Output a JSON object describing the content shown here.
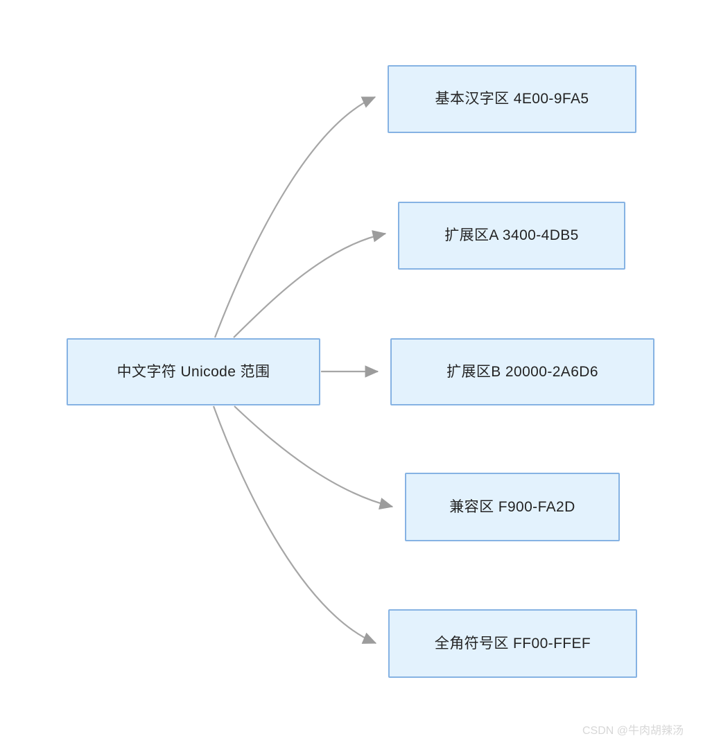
{
  "diagram": {
    "type": "flowchart",
    "direction": "left-to-right",
    "background_color": "#ffffff",
    "node_fill_color": "#e3f2fd",
    "node_border_color": "#85b2e3",
    "edge_color": "#a6a6a6",
    "text_color": "#232323",
    "root": {
      "id": "root",
      "label": "中文字符 Unicode 范围"
    },
    "children": [
      {
        "id": "child-0",
        "label": "基本汉字区 4E00-9FA5",
        "edge_style": "curved"
      },
      {
        "id": "child-1",
        "label": "扩展区A 3400-4DB5",
        "edge_style": "curved"
      },
      {
        "id": "child-2",
        "label": "扩展区B 20000-2A6D6",
        "edge_style": "straight"
      },
      {
        "id": "child-3",
        "label": "兼容区 F900-FA2D",
        "edge_style": "curved"
      },
      {
        "id": "child-4",
        "label": "全角符号区 FF00-FFEF",
        "edge_style": "curved"
      }
    ]
  },
  "watermark": {
    "text": "CSDN @牛肉胡辣汤"
  }
}
